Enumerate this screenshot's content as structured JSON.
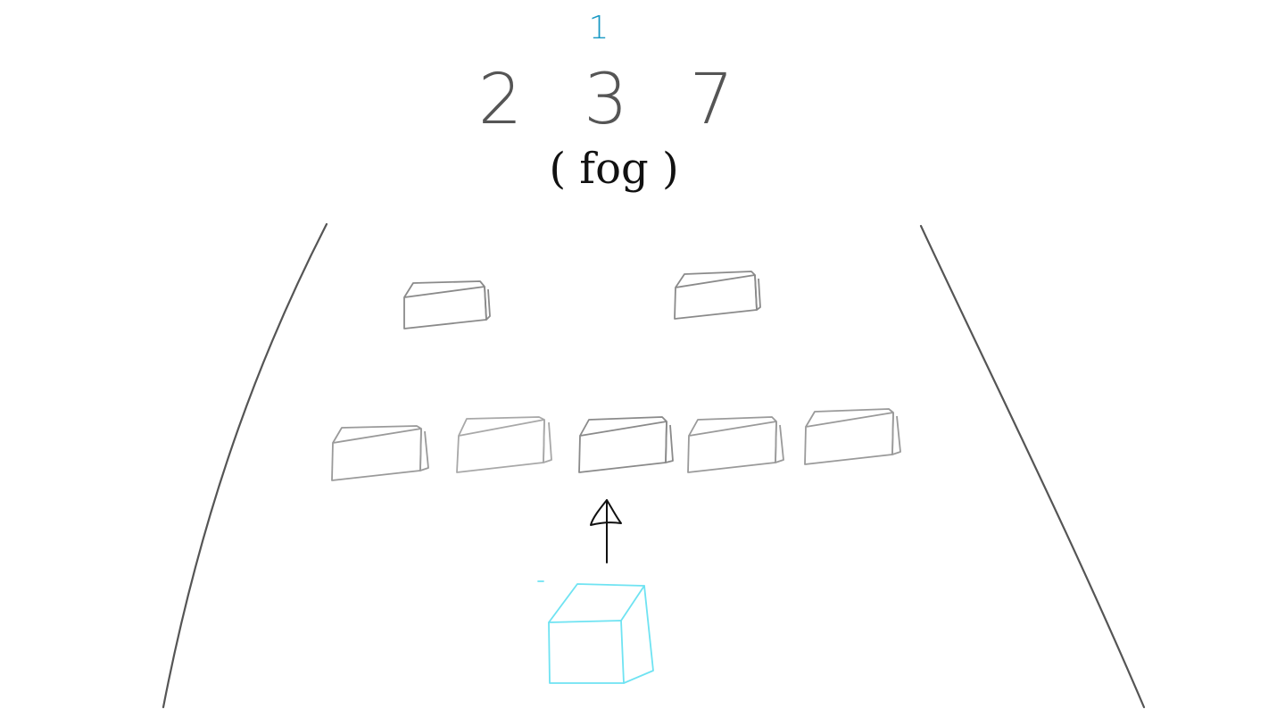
{
  "hud": {
    "level": "1",
    "score": "2 3 7",
    "weather": "( fog )"
  },
  "colors": {
    "level_text": "#1899c4",
    "score_text": "#555555",
    "weather_text": "#111111",
    "road_edge": "#555555",
    "far_obstacle": "#8a8a8a",
    "mid_obstacle": "#9a9a9a",
    "near_obstacle": "#a8a8a8",
    "arrow": "#111111",
    "player_cube": "#6fe3f2"
  },
  "icons": {
    "direction": "up-arrow-icon",
    "player": "cube-icon"
  }
}
